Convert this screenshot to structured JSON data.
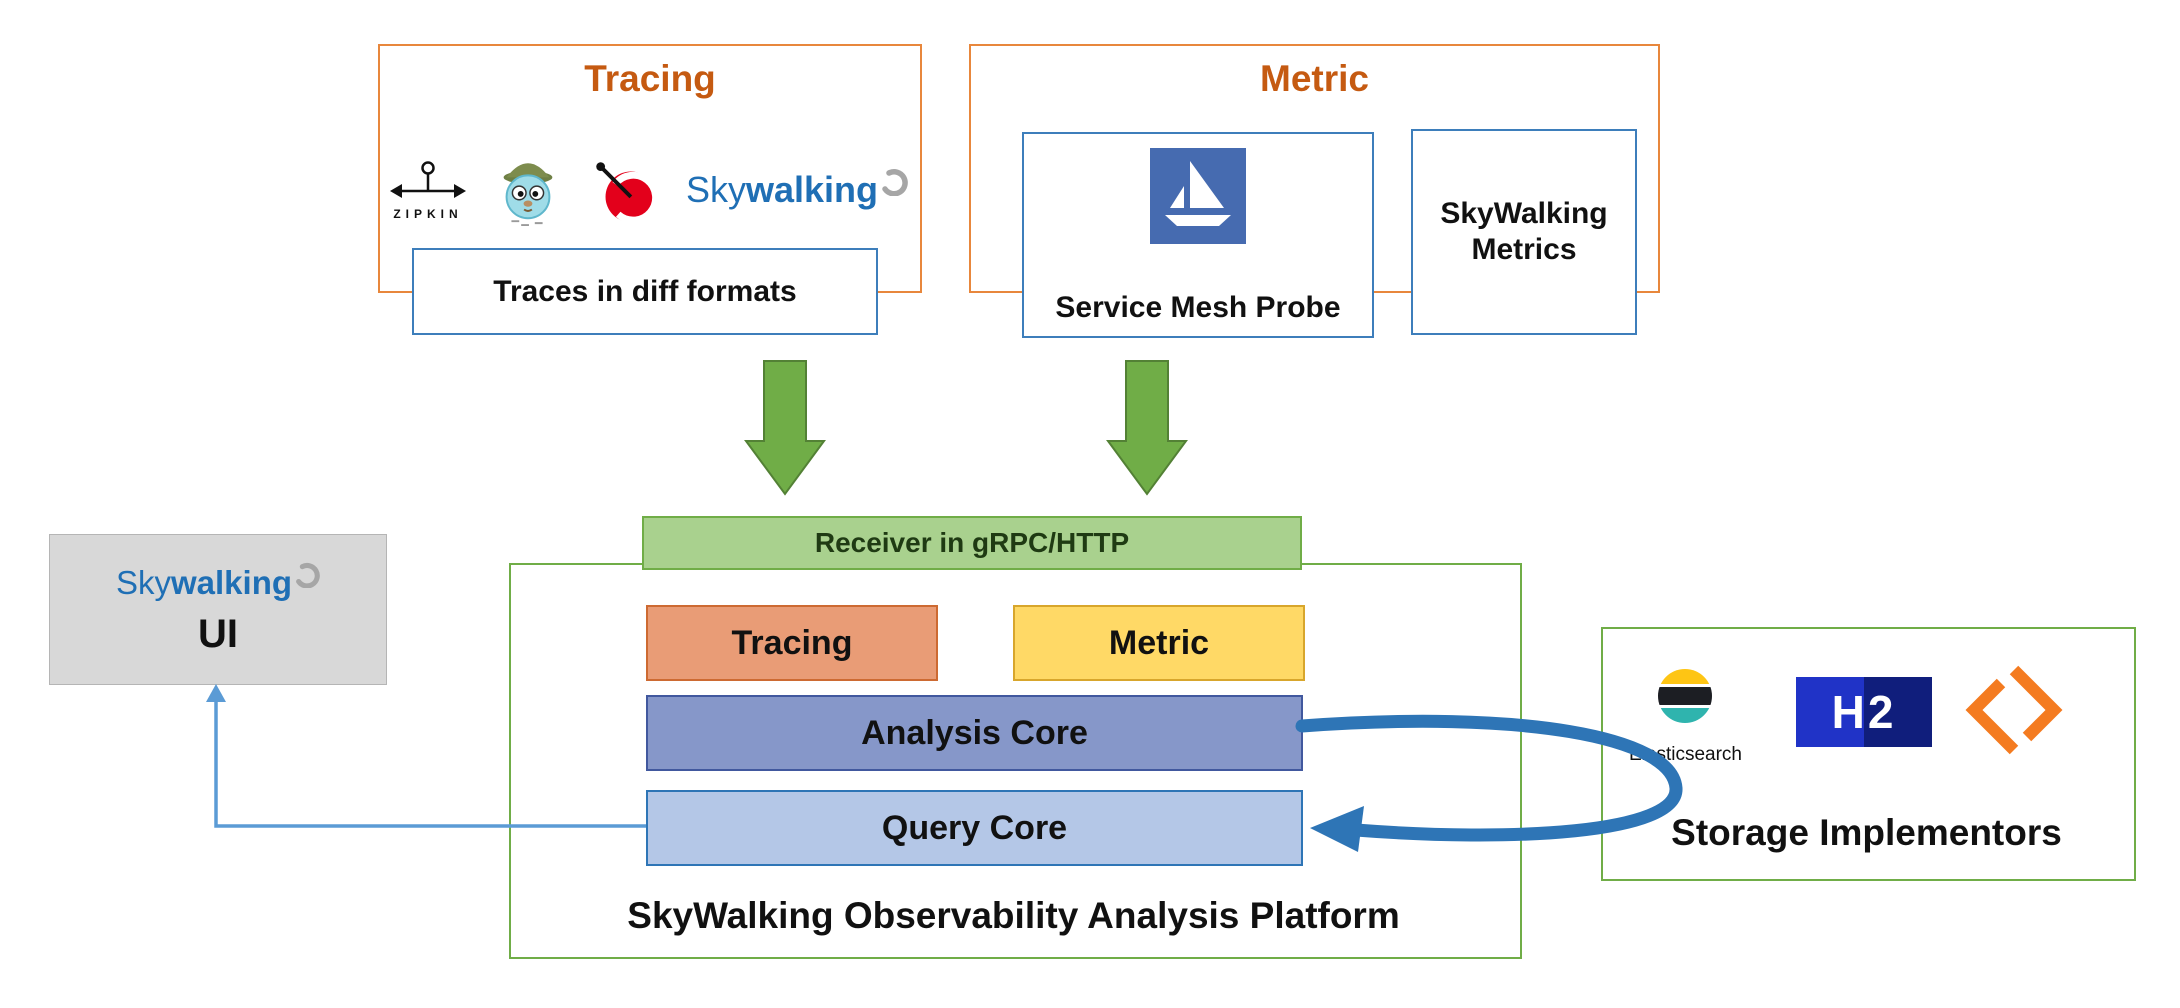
{
  "tracing_group": {
    "title": "Tracing",
    "zipkin_label": "ZIPKIN",
    "logo_sky": "Sky",
    "logo_walking": "walking",
    "traces_box_label": "Traces in diff formats"
  },
  "metric_group": {
    "title": "Metric",
    "service_mesh_probe_label": "Service Mesh Probe",
    "skywalking_metrics_label": "SkyWalking Metrics"
  },
  "receiver": {
    "label": "Receiver in gRPC/HTTP"
  },
  "platform": {
    "title": "SkyWalking Observability Analysis Platform",
    "tracing_label": "Tracing",
    "metric_label": "Metric",
    "analysis_core_label": "Analysis Core",
    "query_core_label": "Query Core"
  },
  "ui_panel": {
    "logo_sky": "Sky",
    "logo_walking": "walking",
    "label": "UI"
  },
  "storage": {
    "title": "Storage Implementors",
    "elasticsearch_label": "Elasticsearch",
    "h2_label": "H2"
  },
  "icons": {
    "zipkin": "zipkin-pin-icon",
    "jaeger": "jaeger-gopher-icon",
    "gauge": "apm-gauge-icon",
    "skywalking": "skywalking-logo",
    "istio": "istio-sail-icon",
    "elasticsearch": "elasticsearch-icon",
    "h2": "h2-database-icon",
    "shardingsphere": "shardingsphere-icon",
    "down_arrow": "green-down-arrow",
    "loop_arrow": "storage-loop-arrow",
    "ui_arrow": "query-to-ui-arrow"
  },
  "colors": {
    "orange_border": "#E8873C",
    "orange_title": "#C55A11",
    "blue_border": "#3D7EBB",
    "green_border": "#70AD47",
    "green_fill": "#A9D18E",
    "green_arrow": "#70AD47",
    "tracing_chip": "#E99C76",
    "metric_chip": "#FFD966",
    "analysis_chip": "#8697C9",
    "query_chip": "#B4C7E7",
    "arrow_blue": "#2E75B6",
    "thin_arrow_blue": "#5B9BD5",
    "skywalking_blue": "#1F6FB5",
    "ui_gray": "#D8D8D8"
  }
}
